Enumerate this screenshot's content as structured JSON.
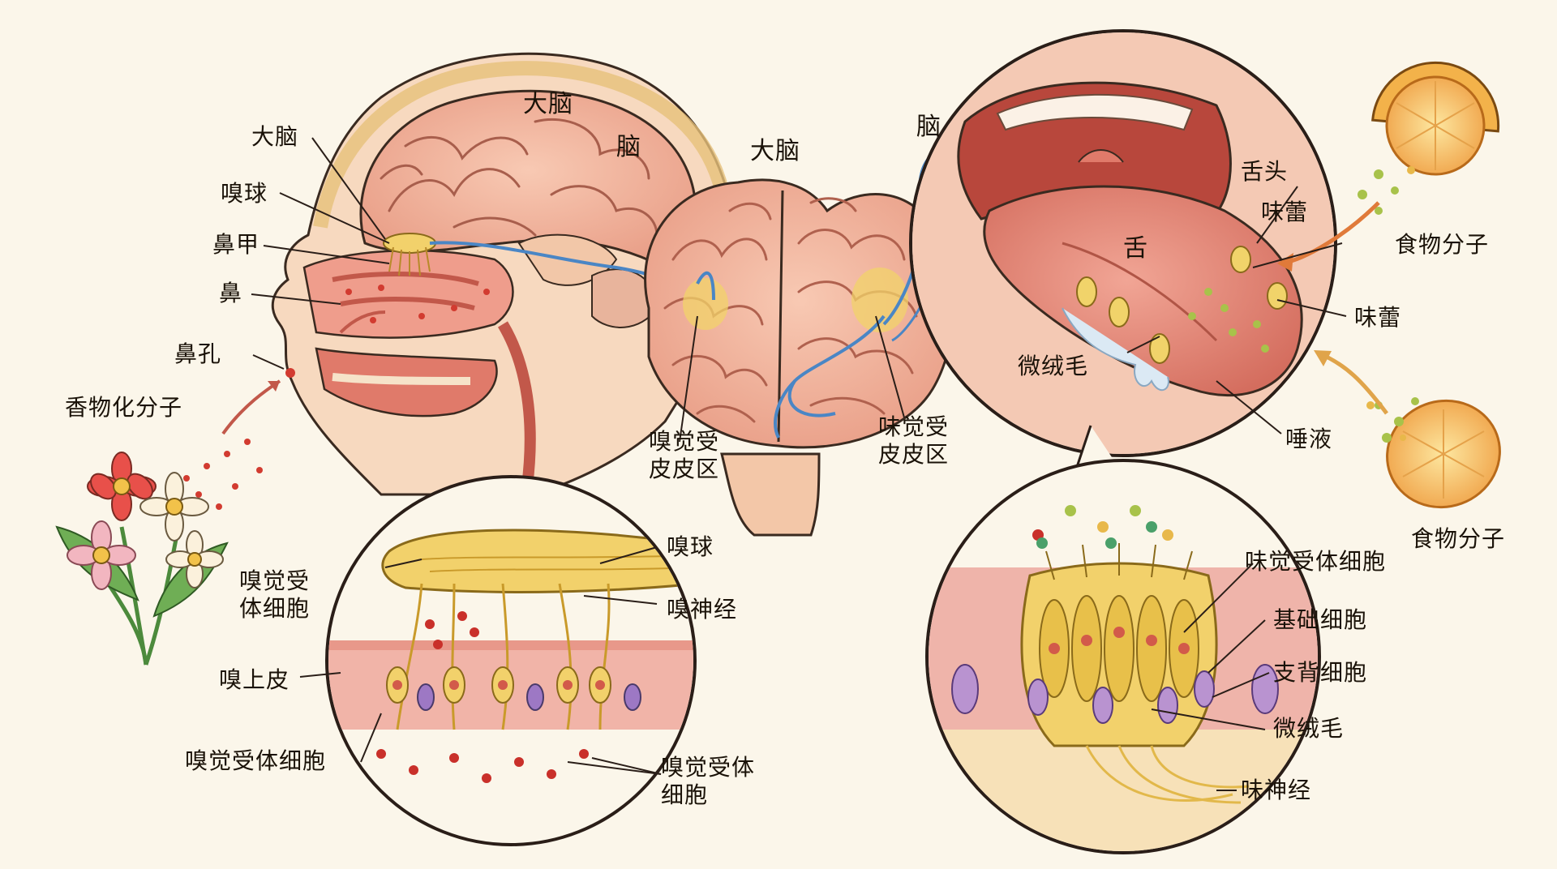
{
  "colors": {
    "background": "#fbf6ea",
    "skin": "#f7d9bf",
    "brain": "#f0b39f",
    "tongue": "#e58978",
    "nerve_blue": "#4a86c5",
    "nerve_yellow": "#f1d36a",
    "outline": "#3a2a20"
  },
  "icons": [
    "flower-icon",
    "lemon-icon",
    "brain-icon",
    "tongue-icon",
    "head-icon"
  ],
  "head": {
    "brain_top": "大脑",
    "brain_mid": "脑",
    "left_brain": "大脑",
    "olfactory_bulb": "嗅球",
    "turbinate": "鼻甲",
    "nose": "鼻",
    "nostril": "鼻孔",
    "odor_molecules": "香物化分子"
  },
  "center_brain": {
    "title": "大脑",
    "olfactory_cortex": [
      "嗅觉受",
      "皮皮区"
    ],
    "gustatory_cortex": [
      "味觉受",
      "皮皮区"
    ],
    "brain_connector": "脑"
  },
  "tongue": {
    "tongue_tip": "舌头",
    "tongue_body": "舌",
    "taste_bud_top": "味蕾",
    "taste_bud_right": "味蕾",
    "microvilli": "微绒毛",
    "saliva": "唾液",
    "food_top": "食物分子",
    "food_bottom": "食物分子"
  },
  "olfactory_detail": {
    "bulb": "嗅球",
    "receptor_cell": [
      "嗅觉受",
      "体细胞"
    ],
    "nerve": "嗅神经",
    "epithelium": "嗅上皮",
    "receptor_cell_bottom": "嗅觉受体细胞",
    "receptor_cell_right": [
      "嗅觉受体",
      "细胞"
    ]
  },
  "taste_detail": {
    "receptor_cell": "味觉受体细胞",
    "basal_cell": "基础细胞",
    "support_cell": "支背细胞",
    "microvilli": "微绒毛",
    "taste_nerve": "味神经"
  }
}
